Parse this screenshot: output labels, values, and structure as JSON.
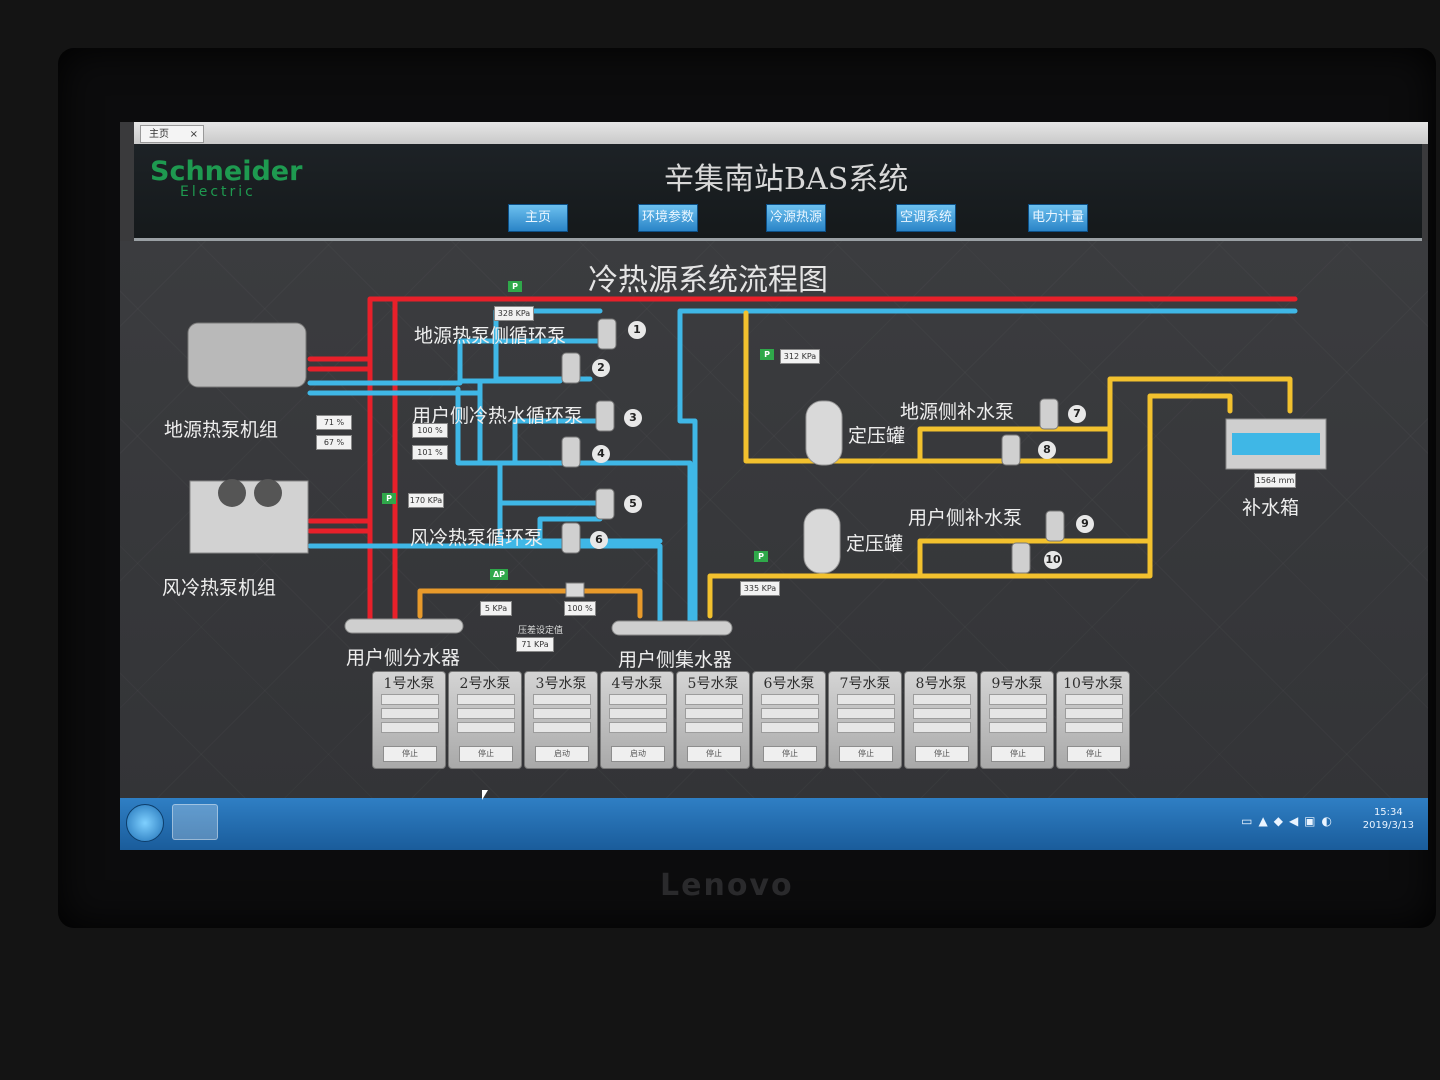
{
  "window": {
    "tab_label": "主页",
    "tab_close": "×"
  },
  "header": {
    "logo_line1": "Schneider",
    "logo_line2": "Electric",
    "title": "辛集南站BAS系统",
    "nav": [
      "主页",
      "环境参数",
      "冷源热源",
      "空调系统",
      "电力计量"
    ]
  },
  "diagram": {
    "title": "冷热源系统流程图",
    "labels": {
      "ground_unit": "地源热泵机组",
      "air_unit": "风冷热泵机组",
      "ground_loop": "地源热泵侧循环泵",
      "user_loop": "用户侧冷热水循环泵",
      "air_loop": "风冷热泵循环泵",
      "ground_makeup": "地源侧补水泵",
      "user_makeup": "用户侧补水泵",
      "tank1": "定压罐",
      "tank2": "定压罐",
      "water_tank": "补水箱",
      "supply_header": "用户侧分水器",
      "return_header": "用户侧集水器"
    },
    "pump_numbers": [
      "1",
      "2",
      "3",
      "4",
      "5",
      "6",
      "7",
      "8",
      "9",
      "10"
    ],
    "readings": {
      "p_top": "328 KPa",
      "p_mid": "312 KPa",
      "p_air": "170 KPa",
      "p_user": "335 KPa",
      "pct_a": "71 %",
      "pct_b": "67 %",
      "pct_c": "100 %",
      "pct_d": "101 %",
      "dp": "5 KPa",
      "valve": "100 %",
      "dp_set_label": "压差设定值",
      "dp_set": "71 KPa",
      "tank_level": "1564 mm"
    },
    "tags": {
      "p": "P",
      "dp": "ΔP"
    },
    "colors": {
      "hot": "#e8202a",
      "cold": "#3fb7e6",
      "yellow": "#f2c12e",
      "orange": "#e89a2b"
    }
  },
  "pump_cards": [
    {
      "name": "1号水泵",
      "mode": "停止"
    },
    {
      "name": "2号水泵",
      "mode": "停止"
    },
    {
      "name": "3号水泵",
      "mode": "启动"
    },
    {
      "name": "4号水泵",
      "mode": "启动"
    },
    {
      "name": "5号水泵",
      "mode": "停止"
    },
    {
      "name": "6号水泵",
      "mode": "停止"
    },
    {
      "name": "7号水泵",
      "mode": "停止"
    },
    {
      "name": "8号水泵",
      "mode": "停止"
    },
    {
      "name": "9号水泵",
      "mode": "停止"
    },
    {
      "name": "10号水泵",
      "mode": "停止"
    }
  ],
  "taskbar": {
    "time": "15:34",
    "date": "2019/3/13"
  },
  "bezel_brand": "Lenovo"
}
